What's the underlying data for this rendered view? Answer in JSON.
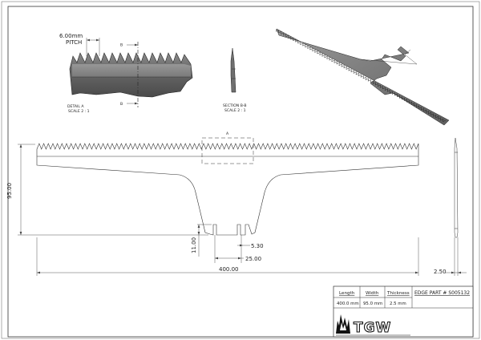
{
  "detail_a": {
    "pitch_value": "6.00mm",
    "pitch_word": "PITCH",
    "section_marker": "B",
    "caption": "DETAIL  A",
    "scale": "SCALE 2 : 1"
  },
  "section_b": {
    "caption": "SECTION B-B",
    "scale": "SCALE 2 : 1"
  },
  "main_view": {
    "detail_marker": "A",
    "dim_height": "95.00",
    "dim_neck_height": "11.00",
    "dim_slot": "5.30",
    "dim_slot_spacing": "25.00",
    "dim_length": "400.00",
    "dim_thickness": "2.50"
  },
  "title_block": {
    "headers": [
      "Length",
      "Width",
      "Thickness"
    ],
    "values": [
      "400.0 mm",
      "95.0 mm",
      "2.5 mm"
    ],
    "part_number": "EDGE PART # S005132",
    "logo_text": "TGW"
  }
}
